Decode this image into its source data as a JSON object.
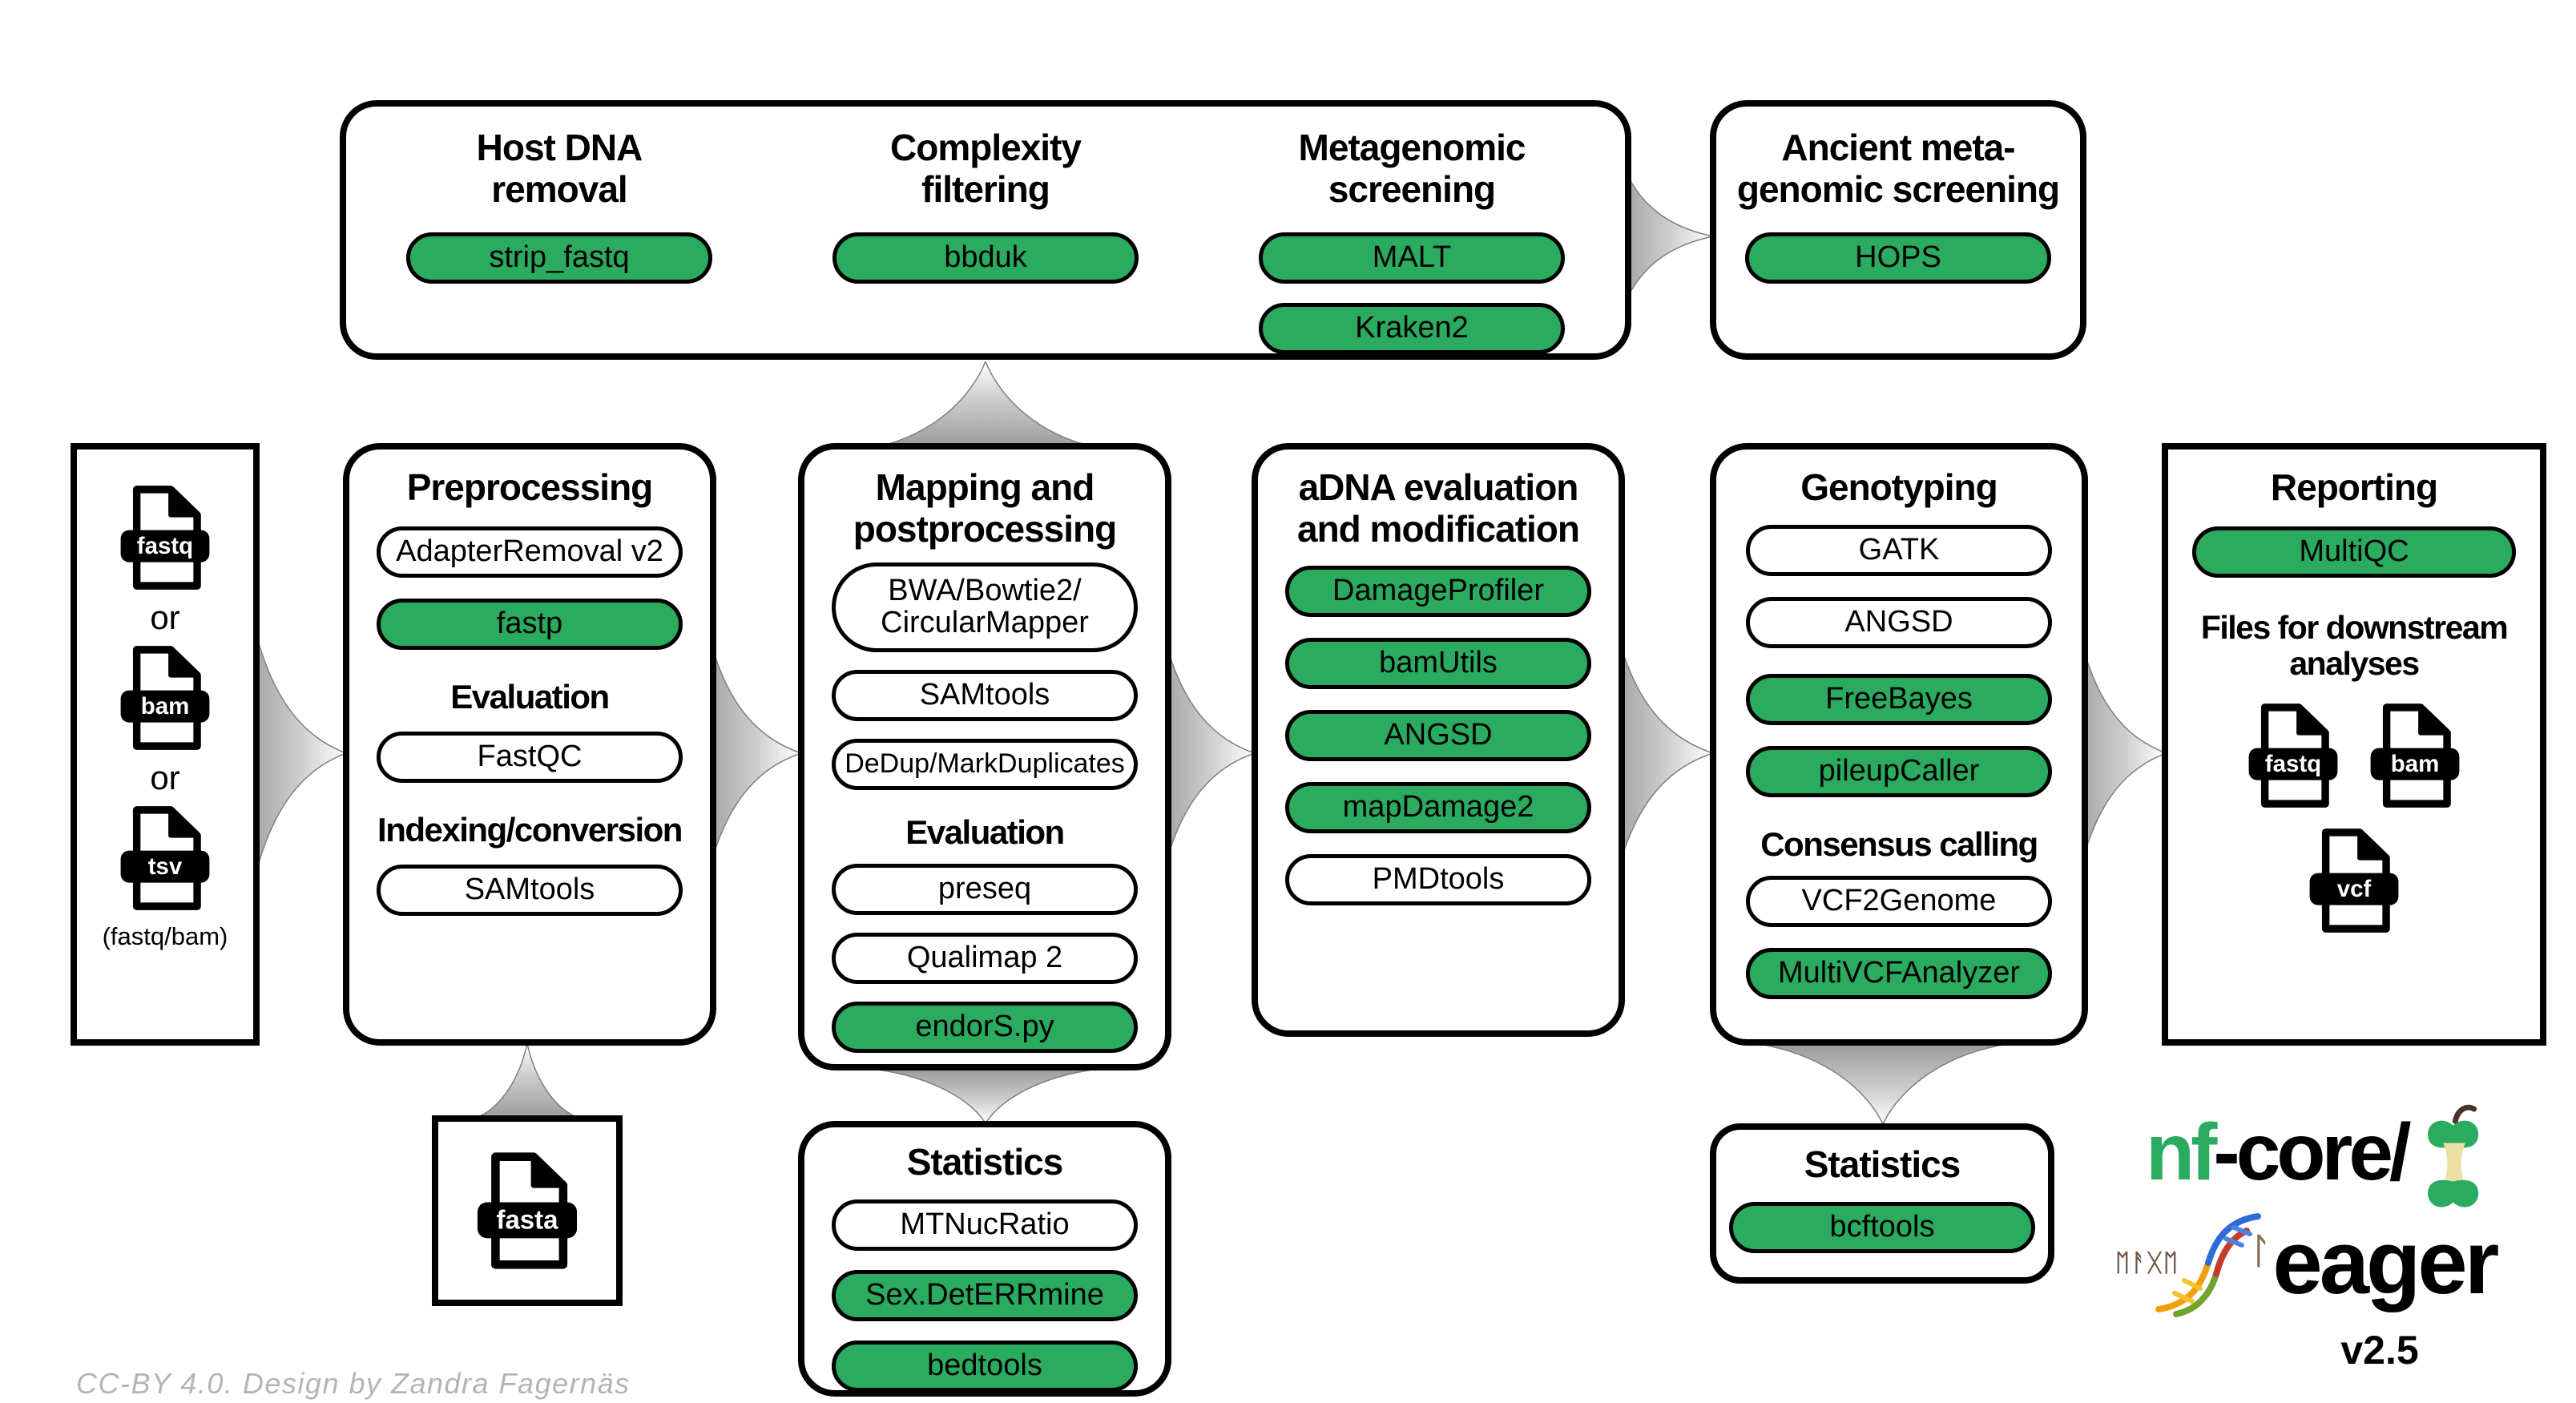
{
  "colors": {
    "green": "#2BAB5F",
    "arrow-gray": "#9a9a9a",
    "credit-gray": "#b4b4b4"
  },
  "input": {
    "file_fastq": "fastq",
    "or1": "or",
    "file_bam": "bam",
    "or2": "or",
    "file_tsv": "tsv",
    "note": "(fastq/bam)"
  },
  "host_removal": {
    "title_line1": "Host DNA",
    "title_line2": "removal",
    "pill_strip_fastq": "strip_fastq"
  },
  "complexity": {
    "title_line1": "Complexity",
    "title_line2": "filtering",
    "pill_bbduk": "bbduk"
  },
  "metagenomic": {
    "title_line1": "Metagenomic",
    "title_line2": "screening",
    "pill_malt": "MALT",
    "pill_kraken2": "Kraken2"
  },
  "ancient": {
    "title_line1": "Ancient meta-",
    "title_line2": "genomic screening",
    "pill_hops": "HOPS"
  },
  "preprocessing": {
    "title": "Preprocessing",
    "pill_adapterremoval": "AdapterRemoval v2",
    "pill_fastp": "fastp",
    "heading_evaluation": "Evaluation",
    "pill_fastqc": "FastQC",
    "heading_indexing": "Indexing/conversion",
    "pill_samtools": "SAMtools"
  },
  "mapping": {
    "title_line1": "Mapping and",
    "title_line2": "postprocessing",
    "pill_mappers_line1": "BWA/Bowtie2/",
    "pill_mappers_line2": "CircularMapper",
    "pill_samtools": "SAMtools",
    "pill_dedup": "DeDup/MarkDuplicates",
    "heading_evaluation": "Evaluation",
    "pill_preseq": "preseq",
    "pill_qualimap": "Qualimap 2",
    "pill_endors": "endorS.py"
  },
  "adna": {
    "title_line1": "aDNA evaluation",
    "title_line2": "and modification",
    "pill_damageprofiler": "DamageProfiler",
    "pill_bamutils": "bamUtils",
    "pill_angsd": "ANGSD",
    "pill_mapdamage2": "mapDamage2",
    "pill_pmdtools": "PMDtools"
  },
  "genotyping": {
    "title": "Genotyping",
    "pill_gatk": "GATK",
    "pill_angsd": "ANGSD",
    "pill_freebayes": "FreeBayes",
    "pill_pileupcaller": "pileupCaller",
    "heading_consensus": "Consensus calling",
    "pill_vcf2genome": "VCF2Genome",
    "pill_multivcfanalyzer": "MultiVCFAnalyzer"
  },
  "reporting": {
    "title": "Reporting",
    "pill_multiqc": "MultiQC",
    "heading_files_line1": "Files for downstream",
    "heading_files_line2": "analyses",
    "file_fastq": "fastq",
    "file_bam": "bam",
    "file_vcf": "vcf"
  },
  "reference": {
    "file_fasta": "fasta"
  },
  "stats_mapping": {
    "title": "Statistics",
    "pill_mtnucratio": "MTNucRatio",
    "pill_sexdeterrmine": "Sex.DetERRmine",
    "pill_bedtools": "bedtools"
  },
  "stats_genotyping": {
    "title": "Statistics",
    "pill_bcftools": "bcftools"
  },
  "logo": {
    "brand_nf": "nf",
    "brand_dash": "-",
    "brand_core": "core/",
    "runes": "ᛖᚨᚷᛖ",
    "rune_l": "ᛚ",
    "name": "eager",
    "version": "v2.5"
  },
  "credit": "CC-BY 4.0. Design by Zandra Fagernäs"
}
